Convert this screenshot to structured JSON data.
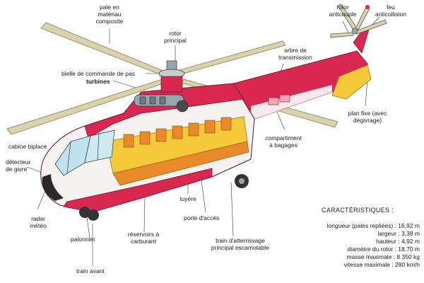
{
  "labels": {
    "pale_materiau": [
      "pale en",
      "matériau",
      "composite"
    ],
    "rotor_anticouple": [
      "rotor",
      "anticouple"
    ],
    "feu_anticollision": [
      "feu",
      "anticollision"
    ],
    "rotor_principal": [
      "rotor",
      "principal"
    ],
    "arbre_transmission": [
      "arbre de",
      "transmission"
    ],
    "bielle": "bielle de commande de pas",
    "turbines": "turbines",
    "plan_fixe": [
      "plan fixe (avec",
      "dégivrage)"
    ],
    "compartiment": [
      "compartiment",
      "à bagages"
    ],
    "cabine": "cabine biplace",
    "detecteur": [
      "détecteur",
      "de givre"
    ],
    "tuyere": "tuyère",
    "radar": [
      "radar",
      "météo"
    ],
    "porte": "porte d'accès",
    "palonnier": "palonnier",
    "reservoirs": [
      "réservoirs à",
      "carburant"
    ],
    "train_atterrissage": [
      "train d'atterrissage",
      "principal escamotable"
    ],
    "train_avant": "train avant"
  },
  "specs": {
    "title": "CARACTÉRISTIQUES :",
    "rows": [
      "longueur (pales repliées) : 16,92 m",
      "largeur : 3,38 m",
      "hauteur : 4,92 m",
      "diamètre du rotor : 18,70 m",
      "masse maximale : 8 350 kg",
      "vitesse maximale : 280 km/h"
    ]
  },
  "colors": {
    "red": "#d8284f",
    "pink": "#f2a7b6",
    "yellow": "#f5c93a",
    "orange": "#e88a2a",
    "blade": "#d9d2ad",
    "metal": "#9aa4ad"
  }
}
